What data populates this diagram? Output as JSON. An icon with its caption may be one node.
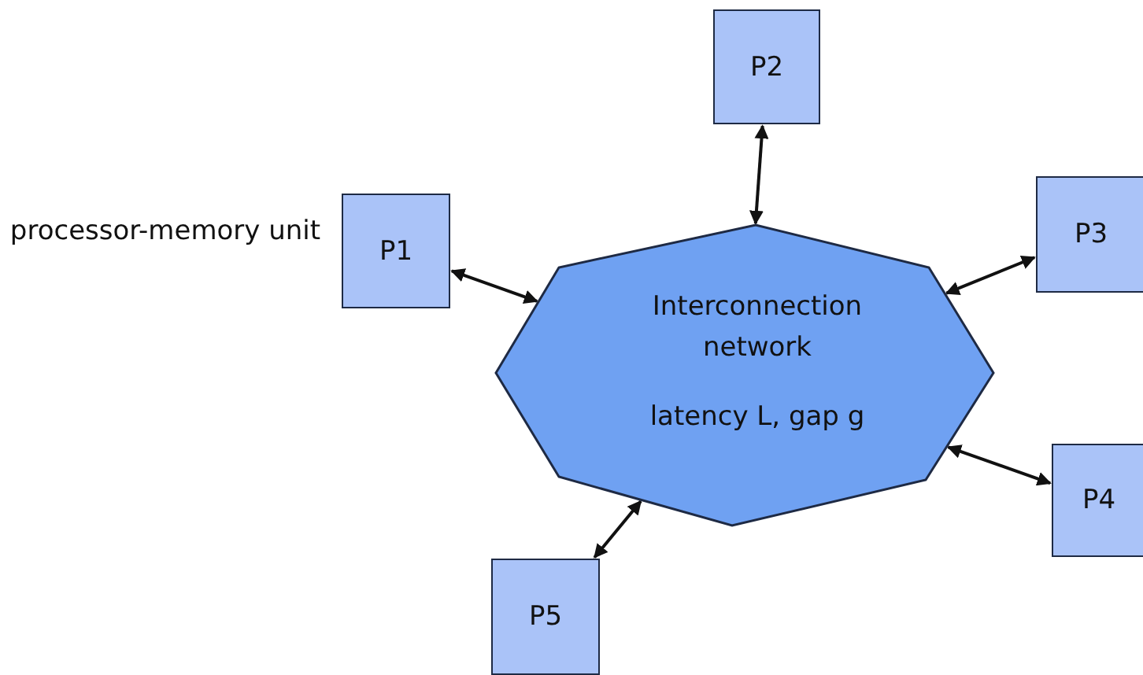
{
  "diagram": {
    "nodes": [
      {
        "text": [
          "Interconnection network",
          "latency L, gap g"
        ]
      },
      {
        "text": [
          "P1"
        ],
        "beside": [
          "processor-memory unit"
        ]
      },
      {
        "text": [
          "P2"
        ]
      },
      {
        "text": [
          "P3"
        ]
      },
      {
        "text": [
          "P4"
        ]
      },
      {
        "text": [
          "P5"
        ]
      }
    ],
    "edges": [
      {
        "from": 1,
        "to": 0,
        "arrow": "both"
      },
      {
        "from": 2,
        "to": 0,
        "arrow": "both"
      },
      {
        "from": 3,
        "to": 0,
        "arrow": "both"
      },
      {
        "from": 4,
        "to": 0,
        "arrow": "both"
      },
      {
        "from": 5,
        "to": 0,
        "arrow": "both"
      }
    ]
  }
}
